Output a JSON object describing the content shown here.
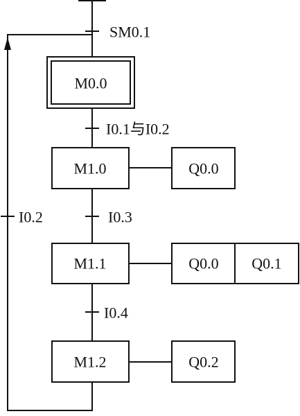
{
  "steps": {
    "initial": "M0.0",
    "s1": "M1.0",
    "s2": "M1.1",
    "s3": "M1.2"
  },
  "actions": {
    "s1_a": "Q0.0",
    "s2_a": "Q0.0",
    "s2_b": "Q0.1",
    "s3_a": "Q0.2"
  },
  "transitions": {
    "t0": "SM0.1",
    "t1": "I0.1与I0.2",
    "t2": "I0.3",
    "t3": "I0.4",
    "loop": "I0.2"
  }
}
